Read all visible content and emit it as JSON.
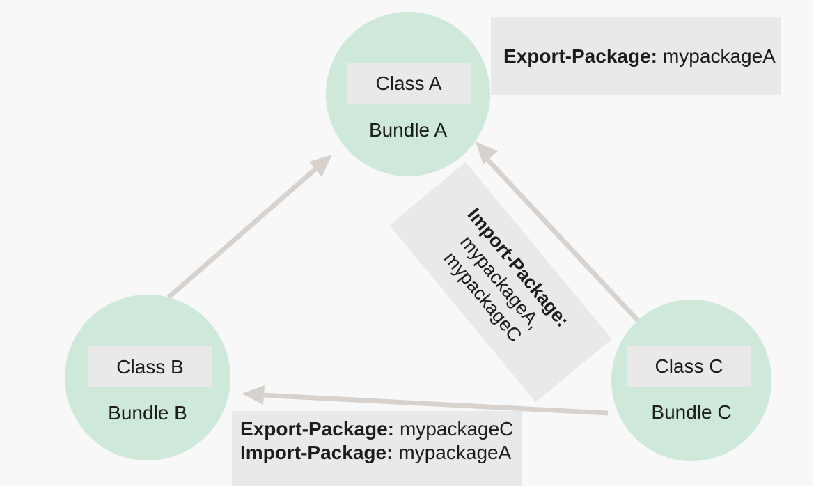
{
  "diagram": {
    "nodes": [
      {
        "class_label": "Class A",
        "bundle_label": "Bundle A"
      },
      {
        "class_label": "Class B",
        "bundle_label": "Bundle B"
      },
      {
        "class_label": "Class C",
        "bundle_label": "Bundle C"
      }
    ],
    "notes": {
      "export_a": {
        "label": "Export-Package:",
        "value": "mypackageA"
      },
      "import_c": {
        "label": "Import-Package:",
        "line1": "mypackageA,",
        "line2": "mypackageC"
      },
      "c_to_b": {
        "row1_label": "Export-Package:",
        "row1_value": "mypackageC",
        "row2_label": "Import-Package:",
        "row2_value": "mypackageA"
      }
    },
    "arrows": [
      {
        "name": "bundle-b-to-bundle-a"
      },
      {
        "name": "bundle-c-to-bundle-a"
      },
      {
        "name": "bundle-c-to-bundle-b"
      }
    ],
    "colors": {
      "canvas": "#f8f8f8",
      "page_margin": "#ffffff",
      "bundle_fill": "#cee9da",
      "note_fill": "#e9e9e9",
      "arrow": "#d7d2ce",
      "text": "#1c1c1c"
    }
  }
}
